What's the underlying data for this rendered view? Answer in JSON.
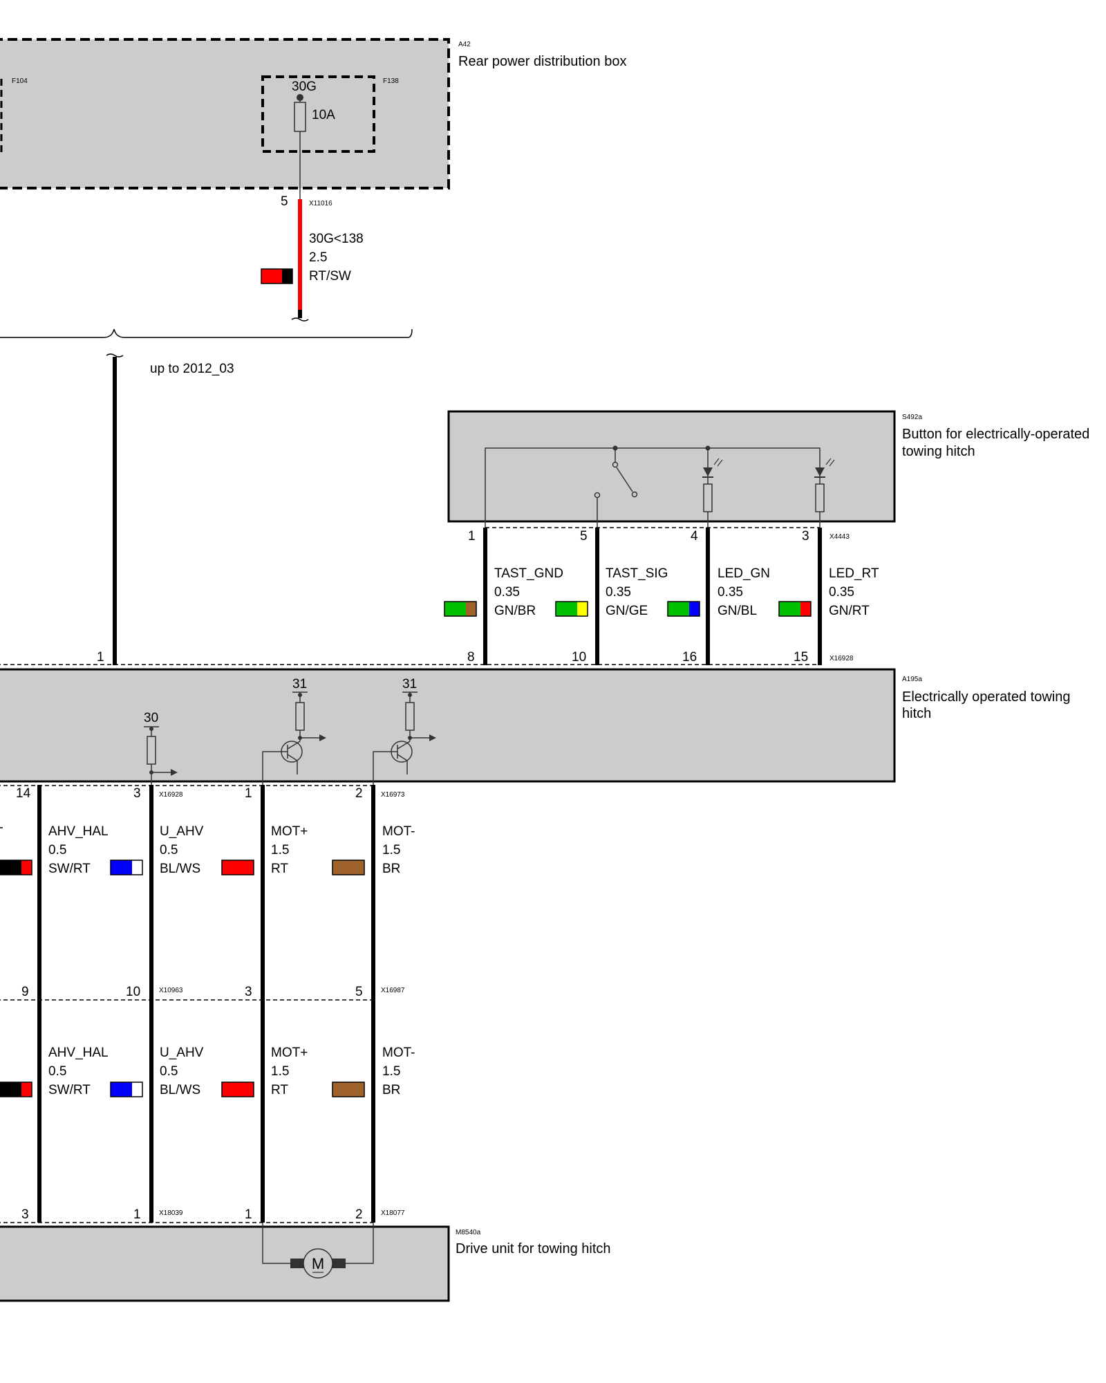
{
  "colors": {
    "box_fill": "#cccccc",
    "wire_black": "#000000",
    "wire_red": "#ff0000",
    "RT": "#ff0000",
    "SW": "#000000",
    "GN": "#00c000",
    "BR": "#a0622d",
    "GE": "#ffff00",
    "BL": "#0000ff",
    "WS": "#ffffff"
  },
  "components": {
    "a42": {
      "code": "A42",
      "name": "Rear power distribution box",
      "fuse_left_code": "F104",
      "fuse_code": "F138",
      "fuse_terminal": "30G",
      "fuse_rating": "10A"
    },
    "s492a": {
      "code": "S492a",
      "name_line1": "Button for electrically-operated",
      "name_line2": "towing hitch"
    },
    "a195a": {
      "code": "A195a",
      "name_line1": "Electrically operated towing",
      "name_line2": "hitch",
      "ground_label_1": "31",
      "ground_label_2": "31",
      "supply_label": "30"
    },
    "m8540a": {
      "code": "M8540a",
      "name": "Drive unit for towing hitch",
      "motor_symbol": "M"
    }
  },
  "connectors": {
    "x11016": "X11016",
    "x4443": "X4443",
    "x16928_top": "X16928",
    "x16928_bottom": "X16928",
    "x16973": "X16973",
    "x10963": "X10963",
    "x16987": "X16987",
    "x18039": "X18039",
    "x18077": "X18077"
  },
  "pins": {
    "a42_out": "5",
    "a195a_in": "1",
    "s492a": [
      "1",
      "5",
      "4",
      "3"
    ],
    "a195a_top": [
      "8",
      "10",
      "16",
      "15"
    ],
    "a195a_bottom": [
      "14",
      "3",
      "1",
      "2"
    ],
    "inline": [
      "9",
      "10",
      "3",
      "5"
    ],
    "m8540a": [
      "3",
      "1",
      "1",
      "2"
    ]
  },
  "variant_note": "up to 2012_03",
  "power_wire": {
    "signal": "30G<138",
    "size": "2.5",
    "color_code": "RT/SW"
  },
  "button_wires": [
    {
      "signal": "TAST_GND",
      "size": "0.35",
      "color_code": "GN/BR"
    },
    {
      "signal": "TAST_SIG",
      "size": "0.35",
      "color_code": "GN/GE"
    },
    {
      "signal": "LED_GN",
      "size": "0.35",
      "color_code": "GN/BL"
    },
    {
      "signal": "LED_RT",
      "size": "0.35",
      "color_code": "GN/RT"
    }
  ],
  "drive_wires_upper": [
    {
      "signal": "AHV_HAL",
      "size": "0.5",
      "color_code": "SW/RT"
    },
    {
      "signal": "U_AHV",
      "size": "0.5",
      "color_code": "BL/WS"
    },
    {
      "signal": "MOT+",
      "size": "1.5",
      "color_code": "RT"
    },
    {
      "signal": "MOT-",
      "size": "1.5",
      "color_code": "BR"
    }
  ],
  "drive_wires_lower": [
    {
      "signal": "AHV_HAL",
      "size": "0.5",
      "color_code": "SW/RT"
    },
    {
      "signal": "U_AHV",
      "size": "0.5",
      "color_code": "BL/WS"
    },
    {
      "signal": "MOT+",
      "size": "1.5",
      "color_code": "RT"
    },
    {
      "signal": "MOT-",
      "size": "1.5",
      "color_code": "BR"
    }
  ]
}
